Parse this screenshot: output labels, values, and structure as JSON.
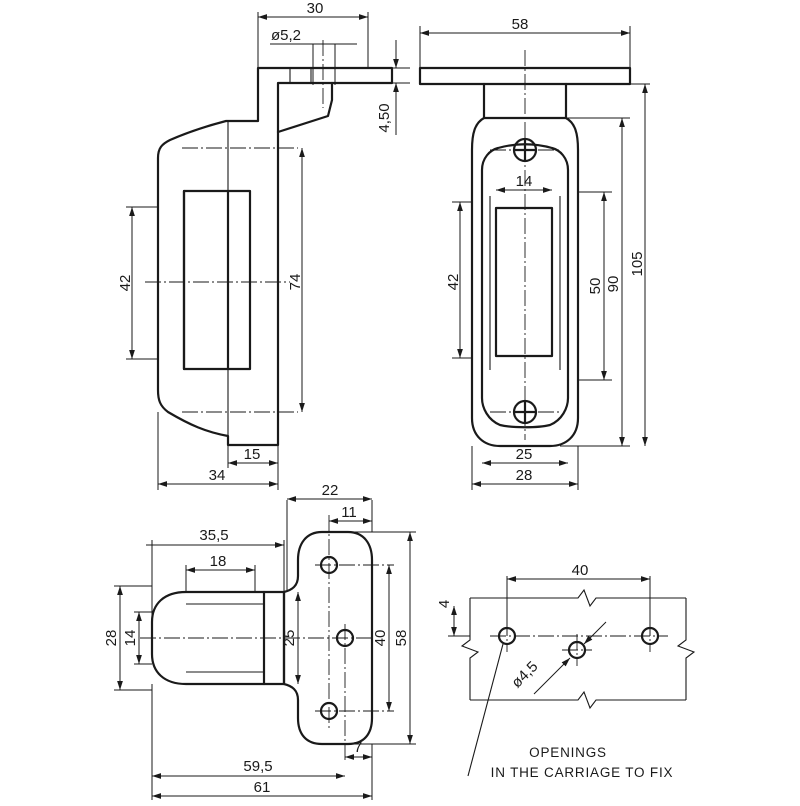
{
  "dimensions": {
    "front_view": {
      "overall_width_top": "30",
      "hole_diameter": "ø5,2",
      "tab_thickness": "4,50",
      "opening_height": "42",
      "hole_spacing": "74",
      "recess_width": "15",
      "base_width": "34"
    },
    "side_view": {
      "flange_width": "58",
      "slot_width": "14",
      "opening_height": "42",
      "inner_height": "50",
      "mid_height": "90",
      "overall_height": "105",
      "inner_width": "25",
      "outer_width": "28"
    },
    "plan_view": {
      "flange_width": "22",
      "hole_offset": "11",
      "body_length": "35,5",
      "tab_length": "18",
      "body_height": "28",
      "inner_height": "14",
      "plate_inner": "25",
      "hole_spacing": "40",
      "plate_height": "58",
      "edge_offset": "7",
      "length_to_hole": "59,5",
      "overall_length": "61"
    },
    "carriage_detail": {
      "hole_spacing": "40",
      "edge_offset": "4",
      "hole_diameter": "ø4,5"
    }
  },
  "notes": {
    "line1": "OPENINGS",
    "line2": "IN THE CARRIAGE TO FIX"
  }
}
